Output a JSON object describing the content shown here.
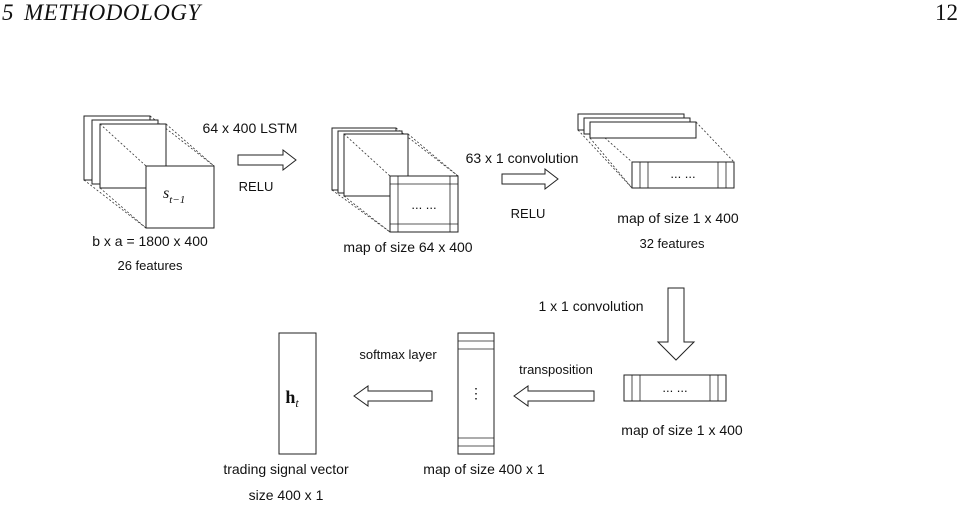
{
  "header": {
    "section_number": "5",
    "section_title": "METHODOLOGY",
    "page_number": "12"
  },
  "figure": {
    "input": {
      "symbol_main": "s",
      "symbol_sub": "t−1",
      "label_dims": "b x a = 1800 x 400",
      "label_features": "26 features"
    },
    "step1": {
      "top": "64 x 400 LSTM",
      "bottom": "RELU"
    },
    "map1": {
      "label": "map of size 64 x 400",
      "dots": "... ..."
    },
    "step2": {
      "top": "63 x 1 convolution",
      "bottom": "RELU"
    },
    "map2": {
      "label": "map of size 1 x 400",
      "features": "32 features",
      "dots": "... ..."
    },
    "step3": {
      "label": "1 x 1 convolution"
    },
    "map3": {
      "label": "map of size 1 x 400",
      "dots": "... ..."
    },
    "step4": {
      "label": "transposition"
    },
    "map4": {
      "label": "map of size 400 x 1",
      "dots": "⋮"
    },
    "step5": {
      "label": "softmax layer"
    },
    "output": {
      "symbol_main": "h",
      "symbol_sub": "t",
      "label_line1": "trading signal vector",
      "label_line2": "size 400 x 1"
    }
  }
}
